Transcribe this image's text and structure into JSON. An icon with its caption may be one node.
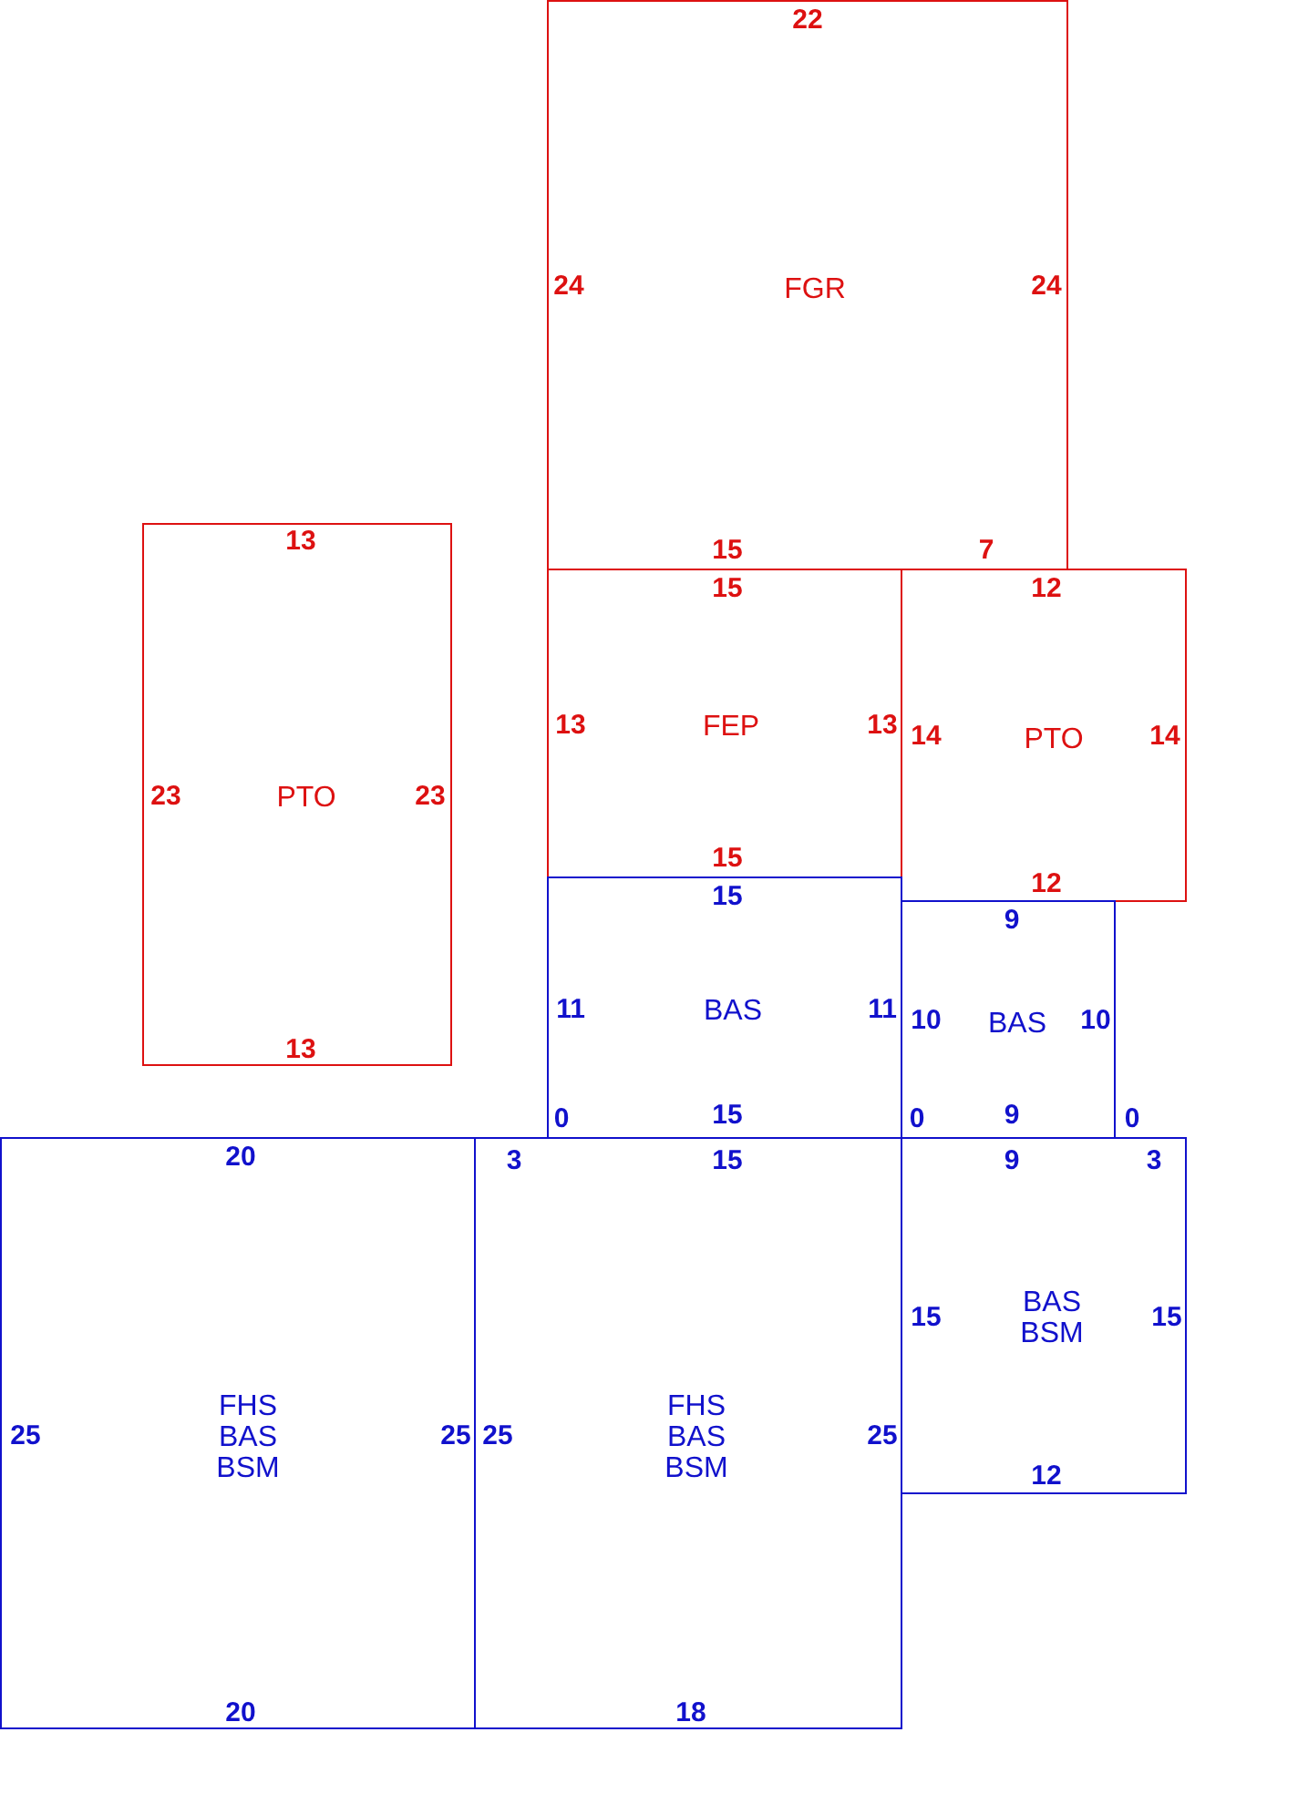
{
  "diagram": {
    "nodes": [
      {
        "text": [
          "FGR",
          "22",
          "24",
          "24",
          "15",
          "7"
        ]
      },
      {
        "text": [
          "PTO",
          "13",
          "23",
          "23",
          "13"
        ]
      },
      {
        "text": [
          "FEP",
          "15",
          "13",
          "13",
          "15"
        ]
      },
      {
        "text": [
          "PTO",
          "12",
          "14",
          "14",
          "12"
        ]
      },
      {
        "text": [
          "BAS",
          "15",
          "11",
          "11",
          "15",
          "0"
        ]
      },
      {
        "text": [
          "BAS",
          "9",
          "10",
          "10",
          "9",
          "0",
          "0"
        ]
      },
      {
        "text": [
          "FHS",
          "BAS",
          "BSM",
          "20",
          "25",
          "25",
          "20"
        ]
      },
      {
        "text": [
          "FHS",
          "BAS",
          "BSM",
          "3",
          "15",
          "25",
          "25",
          "18"
        ]
      },
      {
        "text": [
          "BAS",
          "BSM",
          "9",
          "3",
          "15",
          "15",
          "12"
        ]
      }
    ]
  }
}
